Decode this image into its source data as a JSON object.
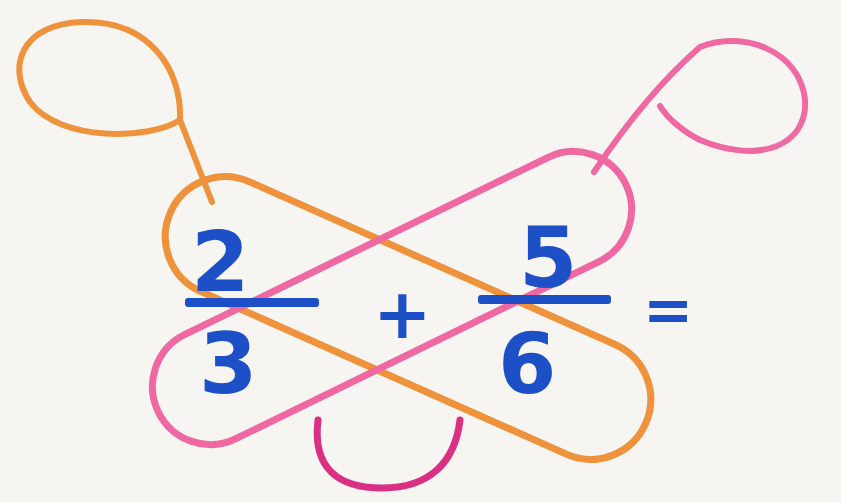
{
  "diagram": {
    "labels": [
      "2",
      "3",
      "+",
      "5",
      "6",
      "="
    ]
  }
}
